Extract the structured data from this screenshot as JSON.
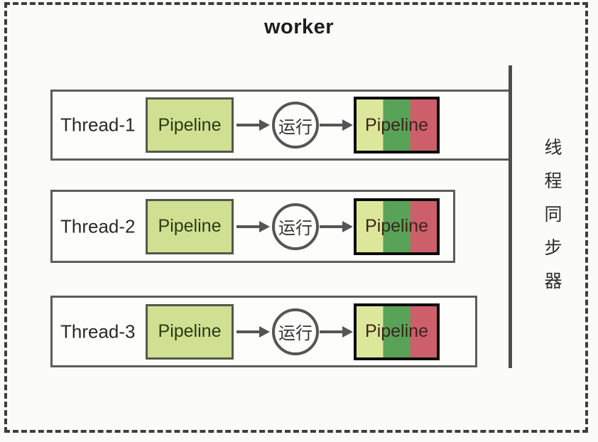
{
  "diagram": {
    "title": "worker",
    "pipeline_label": "Pipeline",
    "run_label": "运行",
    "sync_label": "线程同步器",
    "sync_label_chars": [
      "线",
      "程",
      "同",
      "步",
      "器"
    ],
    "threads": [
      {
        "name": "Thread-1"
      },
      {
        "name": "Thread-2"
      },
      {
        "name": "Thread-3"
      }
    ],
    "colors": {
      "pipeline_fill": "#cfe093",
      "pipeline_border": "#545849",
      "stripe_light_green": "#dde79b",
      "stripe_green": "#58a358",
      "stripe_red": "#cd5f6a",
      "striped_box_border": "#0c0c0c",
      "line_gray": "#555555",
      "row_border_gray": "#5c5c5c",
      "dashed_border": "#3d3d3d",
      "text_dark": "#262626"
    }
  }
}
